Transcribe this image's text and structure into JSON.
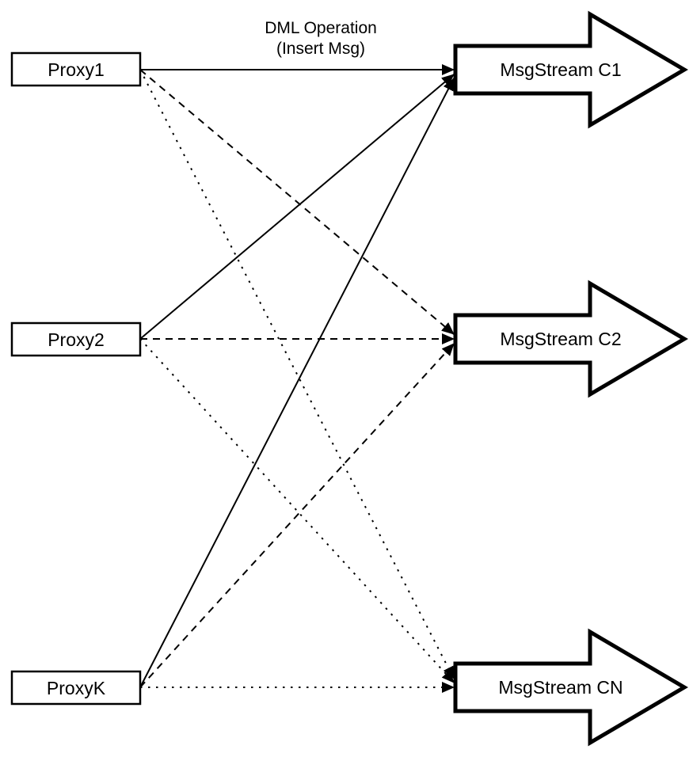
{
  "diagram": {
    "title": {
      "line1": "DML Operation",
      "line2": "(Insert Msg)"
    },
    "proxies": [
      {
        "id": "proxy1",
        "label": "Proxy1"
      },
      {
        "id": "proxy2",
        "label": "Proxy2"
      },
      {
        "id": "proxyk",
        "label": "ProxyK"
      }
    ],
    "streams": [
      {
        "id": "msgstream-c1",
        "label": "MsgStream C1"
      },
      {
        "id": "msgstream-c2",
        "label": "MsgStream C2"
      },
      {
        "id": "msgstream-cn",
        "label": "MsgStream CN"
      }
    ],
    "edges": [
      {
        "from": "Proxy1",
        "to": "MsgStream C1",
        "style": "solid"
      },
      {
        "from": "Proxy2",
        "to": "MsgStream C1",
        "style": "solid"
      },
      {
        "from": "ProxyK",
        "to": "MsgStream C1",
        "style": "solid"
      },
      {
        "from": "Proxy1",
        "to": "MsgStream C2",
        "style": "dashed"
      },
      {
        "from": "Proxy2",
        "to": "MsgStream C2",
        "style": "dashed"
      },
      {
        "from": "ProxyK",
        "to": "MsgStream C2",
        "style": "dashed"
      },
      {
        "from": "Proxy1",
        "to": "MsgStream CN",
        "style": "dotted"
      },
      {
        "from": "Proxy2",
        "to": "MsgStream CN",
        "style": "dotted"
      },
      {
        "from": "ProxyK",
        "to": "MsgStream CN",
        "style": "dotted"
      }
    ],
    "colors": {
      "background": "#ffffff",
      "stroke": "#000000",
      "shape_fill": "#ffffff"
    }
  }
}
